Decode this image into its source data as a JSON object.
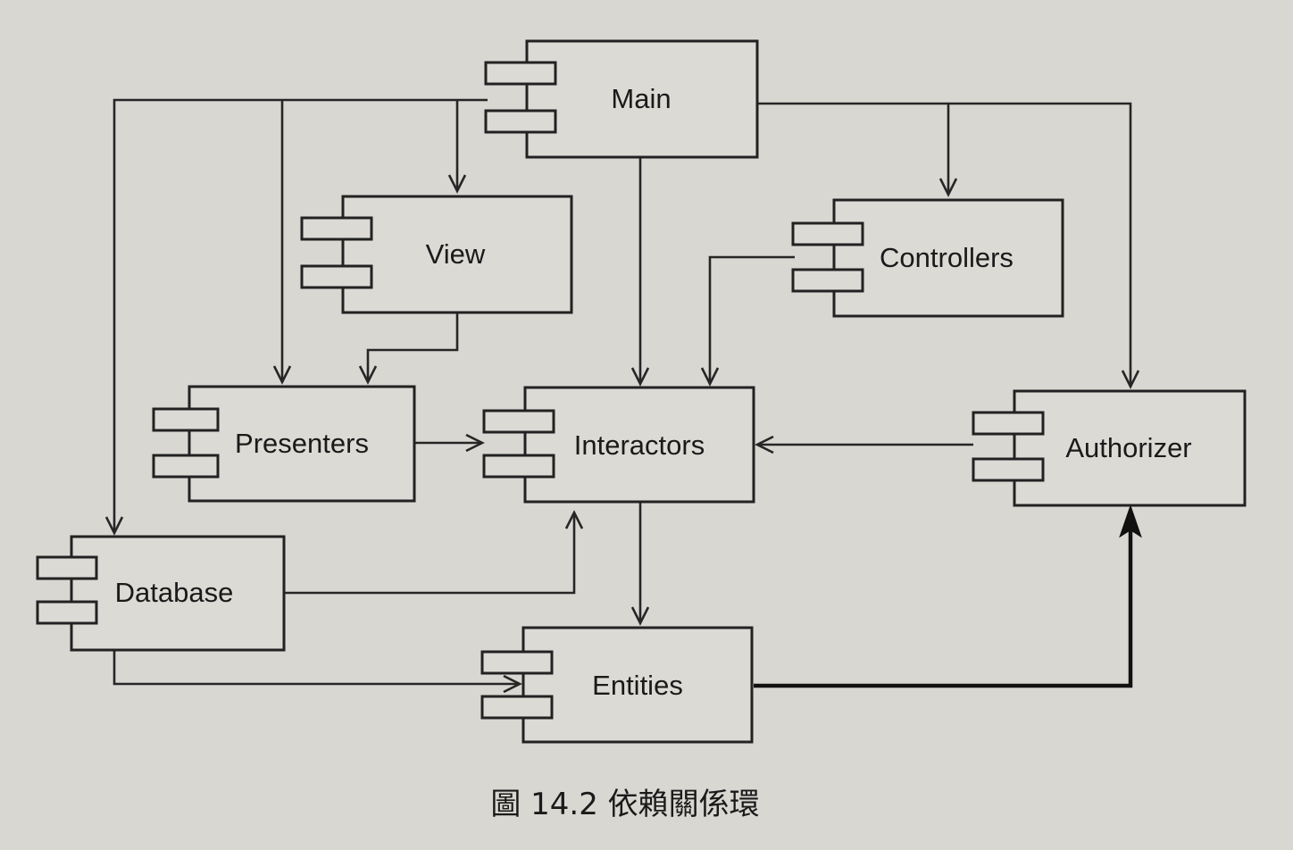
{
  "diagram": {
    "caption": "圖 14.2 依賴關係環",
    "nodes": [
      {
        "id": "main",
        "label": "Main"
      },
      {
        "id": "view",
        "label": "View"
      },
      {
        "id": "controllers",
        "label": "Controllers"
      },
      {
        "id": "presenters",
        "label": "Presenters"
      },
      {
        "id": "interactors",
        "label": "Interactors"
      },
      {
        "id": "authorizer",
        "label": "Authorizer"
      },
      {
        "id": "database",
        "label": "Database"
      },
      {
        "id": "entities",
        "label": "Entities"
      }
    ],
    "edges": [
      {
        "from": "main",
        "to": "view"
      },
      {
        "from": "main",
        "to": "presenters"
      },
      {
        "from": "main",
        "to": "database"
      },
      {
        "from": "main",
        "to": "interactors"
      },
      {
        "from": "main",
        "to": "controllers"
      },
      {
        "from": "main",
        "to": "authorizer"
      },
      {
        "from": "view",
        "to": "presenters"
      },
      {
        "from": "controllers",
        "to": "interactors"
      },
      {
        "from": "presenters",
        "to": "interactors"
      },
      {
        "from": "authorizer",
        "to": "interactors"
      },
      {
        "from": "database",
        "to": "interactors"
      },
      {
        "from": "database",
        "to": "entities"
      },
      {
        "from": "interactors",
        "to": "entities"
      },
      {
        "from": "entities",
        "to": "authorizer",
        "emphasis": "bold"
      }
    ]
  }
}
